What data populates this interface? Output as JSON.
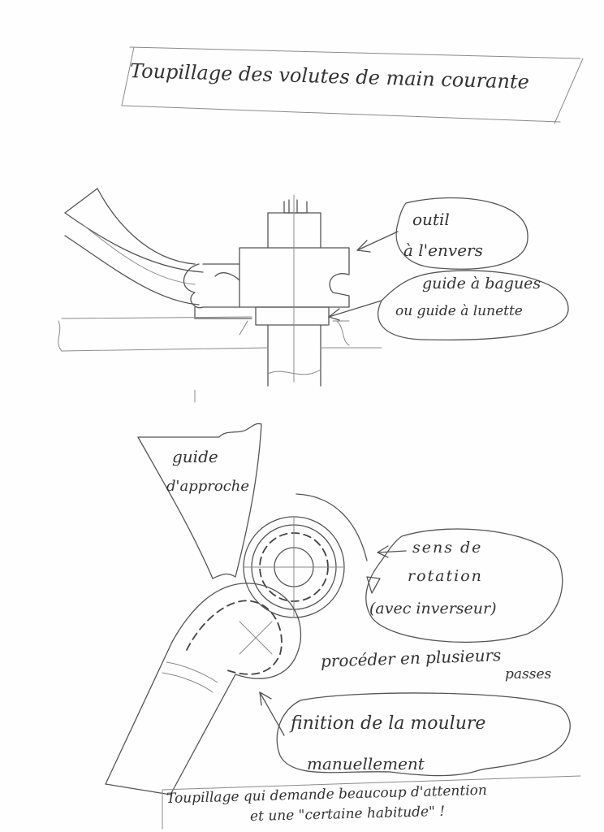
{
  "title": "Toupillage des volutes de main courante",
  "labels": {
    "tool": [
      "outil",
      "à l'envers"
    ],
    "guide_rings": [
      "guide à bagues",
      "ou guide à lunette"
    ],
    "approach_guide": [
      "guide",
      "d'approche"
    ],
    "rotation": [
      "sens de",
      "rotation",
      "(avec inverseur)"
    ],
    "passes": [
      "procéder en plusieurs",
      "passes"
    ],
    "finish": [
      "finition de la moulure",
      "manuellement"
    ],
    "footer": [
      "Toupillage qui demande beaucoup d'attention",
      "et une \"certaine habitude\" !"
    ]
  },
  "colors": {
    "pencil": "#555555",
    "paper": "#fefefe"
  }
}
